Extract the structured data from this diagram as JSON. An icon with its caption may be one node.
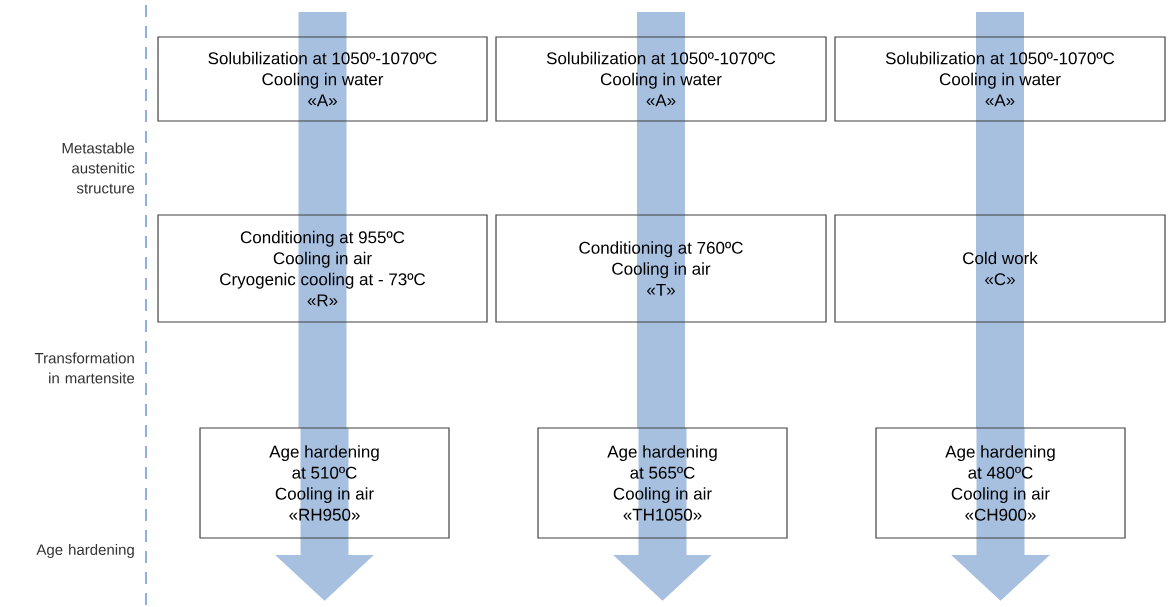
{
  "diagram": {
    "nodes": [
      {
        "text": [
          "Solubilization at 1050º-1070ºC",
          "Cooling in water",
          "«A»"
        ]
      },
      {
        "text": [
          "Solubilization at 1050º-1070ºC",
          "Cooling in water",
          "«A»"
        ]
      },
      {
        "text": [
          "Solubilization at 1050º-1070ºC",
          "Cooling in water",
          "«A»"
        ]
      },
      {
        "text": [
          "Conditioning at 955ºC",
          "Cooling in air",
          "Cryogenic cooling at - 73ºC",
          "«R»"
        ]
      },
      {
        "text": [
          "Conditioning at 760ºC",
          "Cooling in air",
          "«T»"
        ]
      },
      {
        "text": [
          "Cold work",
          "«C»"
        ]
      },
      {
        "text": [
          "Age hardening",
          "at 510ºC",
          "Cooling in air",
          "«RH950»"
        ]
      },
      {
        "text": [
          "Age hardening",
          "at 565ºC",
          "Cooling in air",
          "«TH1050»"
        ]
      },
      {
        "text": [
          "Age hardening",
          "at 480ºC",
          "Cooling in air",
          "«CH900»"
        ]
      }
    ],
    "edges": [
      {
        "from": 0,
        "to": 3,
        "arrow": "none"
      },
      {
        "from": 3,
        "to": 6,
        "arrow": "none"
      },
      {
        "from": 6,
        "to": null,
        "arrow": "to"
      },
      {
        "from": 1,
        "to": 4,
        "arrow": "none"
      },
      {
        "from": 4,
        "to": 7,
        "arrow": "none"
      },
      {
        "from": 7,
        "to": null,
        "arrow": "to"
      },
      {
        "from": 2,
        "to": 5,
        "arrow": "none"
      },
      {
        "from": 5,
        "to": 8,
        "arrow": "none"
      },
      {
        "from": 8,
        "to": null,
        "arrow": "to"
      }
    ],
    "labels": [
      "Metastable austenitic structure",
      "Transformation in martensite",
      "Age hardening"
    ]
  }
}
